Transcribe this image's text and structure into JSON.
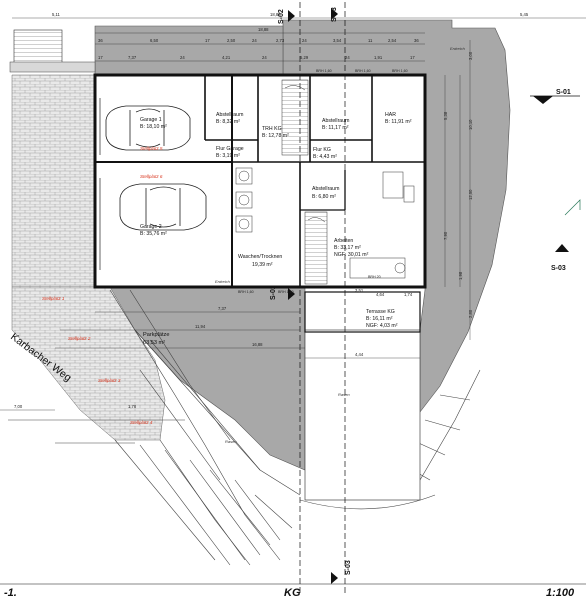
{
  "drawing": {
    "floor": "KG",
    "scale": "1:100",
    "sheet_left": "-1.",
    "section_marks": [
      "S-01",
      "S-02",
      "S-03"
    ]
  },
  "rooms": [
    {
      "name": "Garage 1",
      "area": "B: 18,10 m²"
    },
    {
      "name": "Garage 2",
      "area": "B: 35,76 m²"
    },
    {
      "name": "Abstellraum",
      "area": "B: 8,32 m²"
    },
    {
      "name": "TRH KG",
      "area": "B: 12,78 m²"
    },
    {
      "name": "Abstellraum",
      "area": "B: 11,17 m²"
    },
    {
      "name": "HAR",
      "area": "B: 11,91 m²"
    },
    {
      "name": "Flur Garage",
      "area": "B: 3,19 m²"
    },
    {
      "name": "Flur KG",
      "area": "B: 4,43 m²"
    },
    {
      "name": "Abstellraum",
      "area": "B: 6,80 m²"
    },
    {
      "name": "Waschen/Trocknen",
      "area": "19,39 m²"
    },
    {
      "name": "Arbeiten",
      "area": "B: 33,17 m²",
      "area2": "NGF: 30,01 m²"
    },
    {
      "name": "Terrasse KG",
      "area": "B: 16,11 m²",
      "area2": "NGF: 4,03 m²"
    },
    {
      "name": "Parkplätze",
      "area": "63,53 m²"
    }
  ],
  "parking_labels": [
    "Stellplatz 5",
    "Stellplatz 6",
    "Stellplatz 1",
    "Stellplatz 2",
    "Stellplatz 3",
    "Stellplatz 4"
  ],
  "site_labels": {
    "street": "Karbacher Weg",
    "erdreich": "Erdreich",
    "rasen": "Rasen",
    "brh": "BRH 1,60",
    "brh_20": "BRH 20"
  },
  "dimensions": {
    "top_overall": "18,88",
    "top_left": "5,11",
    "top_right": "5,45",
    "inner_top": "18,88",
    "row_a": [
      "36",
      "6,50",
      "17",
      "2,50",
      "24",
      "2,73",
      "24",
      "3,54",
      "11",
      "2,54",
      "36"
    ],
    "row_b": [
      "17",
      "7,37",
      "24",
      "4,21",
      "24",
      "5,29",
      "24",
      "1,91",
      "17"
    ],
    "right_col": [
      "3,00",
      "10,10",
      "5,38",
      "12,50",
      "7,90",
      "1,98",
      "2,80"
    ],
    "middle": [
      "7,37",
      "4,64",
      "1,74",
      "11,94",
      "3,51",
      "16,88",
      "4,44"
    ],
    "bottom_left": [
      "7,00",
      "1,78"
    ]
  }
}
